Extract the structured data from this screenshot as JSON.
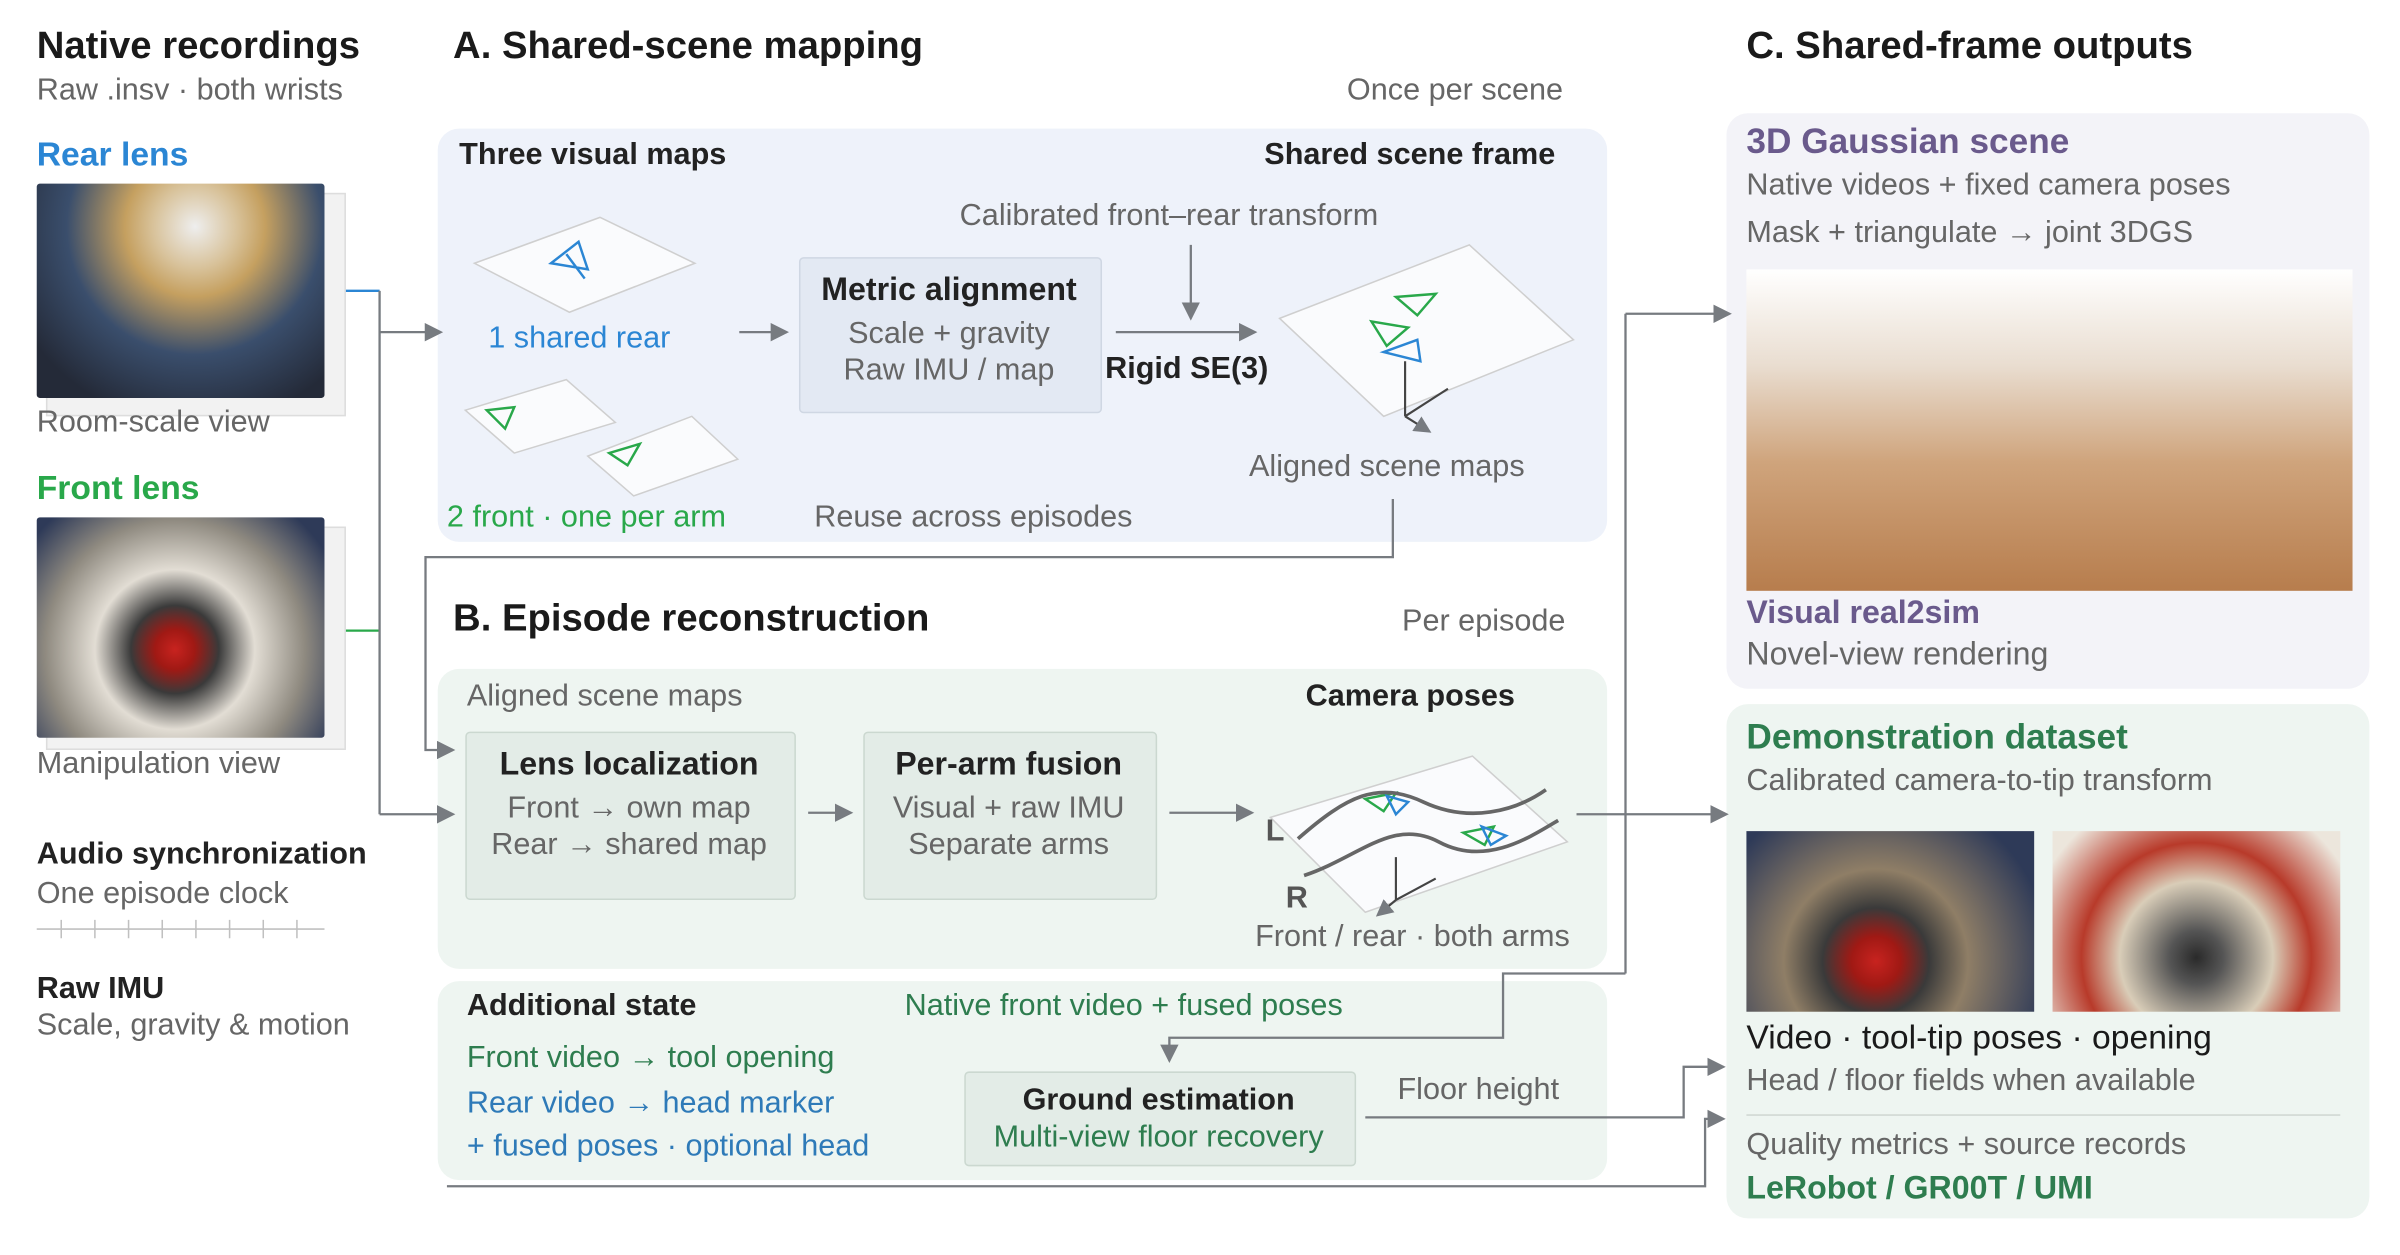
{
  "colors": {
    "rear": "#2b86d4",
    "front": "#29a84a",
    "panel_a": "#eef2fa",
    "panel_b": "#eef5f1",
    "panel_c_top": "#f3f3f8",
    "panel_c_bottom": "#eef5f1",
    "arrow": "#777b80"
  },
  "left": {
    "title": "Native recordings",
    "subtitle": "Raw .insv · both wrists",
    "rear_label": "Rear lens",
    "rear_caption": "Room-scale view",
    "front_label": "Front lens",
    "front_caption": "Manipulation view",
    "audio_title": "Audio synchronization",
    "audio_sub": "One episode clock",
    "imu_title": "Raw IMU",
    "imu_sub": "Scale, gravity & motion"
  },
  "section_a": {
    "title": "A. Shared-scene mapping",
    "cadence": "Once per scene",
    "maps_title": "Three visual maps",
    "frame_title": "Shared scene frame",
    "shared_rear": "1 shared rear",
    "front_maps": "2 front · one per arm",
    "reuse": "Reuse across episodes",
    "calibrated": "Calibrated front–rear transform",
    "metric_title": "Metric alignment",
    "metric_line1": "Scale + gravity",
    "metric_line2": "Raw IMU / map",
    "rigid": "Rigid SE(3)",
    "aligned": "Aligned scene maps"
  },
  "section_b": {
    "title": "B. Episode reconstruction",
    "cadence": "Per episode",
    "aligned": "Aligned scene maps",
    "camera_poses": "Camera poses",
    "loc_title": "Lens localization",
    "loc_line1": "Front → own map",
    "loc_line2": "Rear → shared map",
    "fusion_title": "Per-arm fusion",
    "fusion_line1": "Visual + raw IMU",
    "fusion_line2": "Separate arms",
    "label_l": "L",
    "label_r": "R",
    "poses_caption": "Front / rear · both arms"
  },
  "additional": {
    "title": "Additional state",
    "front_video": "Front video → tool opening",
    "rear_video": "Rear video → head marker",
    "fused": "+ fused poses · optional head",
    "native": "Native front video + fused poses",
    "ground_title": "Ground estimation",
    "ground_sub": "Multi-view floor recovery",
    "floor_height": "Floor height"
  },
  "section_c": {
    "title": "C. Shared-frame outputs",
    "gauss_title": "3D Gaussian scene",
    "gauss_line1": "Native videos + fixed camera poses",
    "gauss_line2": "Mask + triangulate → joint 3DGS",
    "real2sim": "Visual real2sim",
    "novel": "Novel-view rendering",
    "demo_title": "Demonstration dataset",
    "demo_sub": "Calibrated camera-to-tip transform",
    "video_line": "Video · tool-tip poses · opening",
    "head_line": "Head / floor fields when available",
    "quality": "Quality metrics + source records",
    "formats": "LeRobot / GR00T / UMI"
  }
}
